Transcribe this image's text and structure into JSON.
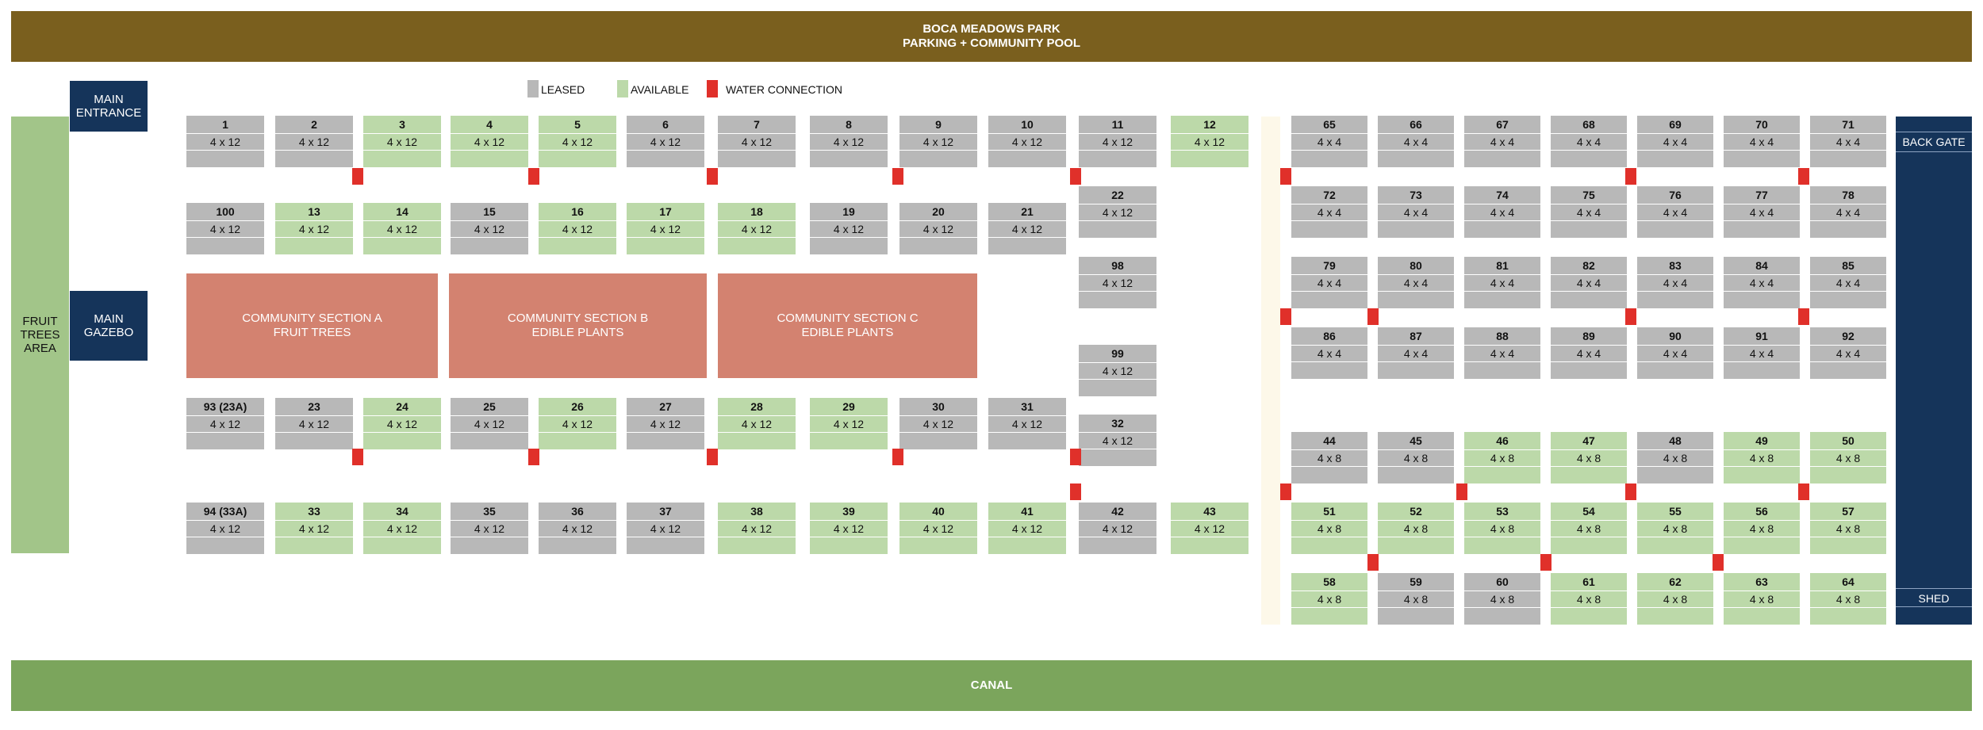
{
  "top_banner": {
    "line1": "BOCA MEADOWS PARK",
    "line2": "PARKING  + COMMUNITY POOL",
    "color": "#7a5f1e"
  },
  "bottom_banner": {
    "label": "CANAL",
    "color": "#7ba55c"
  },
  "left_strip": {
    "line1": "FRUIT",
    "line2": "TREES",
    "line3": "AREA",
    "color": "#a2c589"
  },
  "main_entrance": {
    "line1": "MAIN",
    "line2": "ENTRANCE"
  },
  "main_gazebo": {
    "line1": "MAIN",
    "line2": "GAZEBO"
  },
  "right_column": {
    "back_gate": "BACK GATE",
    "shed": "SHED",
    "color": "#15345a"
  },
  "legend": {
    "leased": "LEASED",
    "available": "AVAILABLE",
    "water": "WATER CONNECTION",
    "leased_color": "#b8b8b8",
    "available_color": "#bcd9a9",
    "water_color": "#e0302a"
  },
  "sections": {
    "a": {
      "line1": "COMMUNITY SECTION A",
      "line2": "FRUIT TREES"
    },
    "b": {
      "line1": "COMMUNITY SECTION B",
      "line2": "EDIBLE PLANTS"
    },
    "c": {
      "line1": "COMMUNITY SECTION C",
      "line2": "EDIBLE PLANTS"
    },
    "color": "#d38270"
  },
  "path_color": "#fdf8e9",
  "plots": [
    {
      "id": "1",
      "size": "4 x 12",
      "status": "leased"
    },
    {
      "id": "2",
      "size": "4 x 12",
      "status": "leased"
    },
    {
      "id": "3",
      "size": "4 x 12",
      "status": "available"
    },
    {
      "id": "4",
      "size": "4 x 12",
      "status": "available"
    },
    {
      "id": "5",
      "size": "4 x 12",
      "status": "available"
    },
    {
      "id": "6",
      "size": "4 x 12",
      "status": "leased"
    },
    {
      "id": "7",
      "size": "4 x 12",
      "status": "leased"
    },
    {
      "id": "8",
      "size": "4 x 12",
      "status": "leased"
    },
    {
      "id": "9",
      "size": "4 x 12",
      "status": "leased"
    },
    {
      "id": "10",
      "size": "4 x 12",
      "status": "leased"
    },
    {
      "id": "11",
      "size": "4 x 12",
      "status": "leased"
    },
    {
      "id": "12",
      "size": "4 x 12",
      "status": "available"
    },
    {
      "id": "100",
      "size": "4 x 12",
      "status": "leased"
    },
    {
      "id": "13",
      "size": "4 x 12",
      "status": "available"
    },
    {
      "id": "14",
      "size": "4 x 12",
      "status": "available"
    },
    {
      "id": "15",
      "size": "4 x 12",
      "status": "leased"
    },
    {
      "id": "16",
      "size": "4 x 12",
      "status": "available"
    },
    {
      "id": "17",
      "size": "4 x 12",
      "status": "available"
    },
    {
      "id": "18",
      "size": "4 x 12",
      "status": "available"
    },
    {
      "id": "19",
      "size": "4 x 12",
      "status": "leased"
    },
    {
      "id": "20",
      "size": "4 x 12",
      "status": "leased"
    },
    {
      "id": "21",
      "size": "4 x 12",
      "status": "leased"
    },
    {
      "id": "22",
      "size": "4 x 12",
      "status": "leased"
    },
    {
      "id": "98",
      "size": "4 x 12",
      "status": "leased"
    },
    {
      "id": "99",
      "size": "4 x 12",
      "status": "leased"
    },
    {
      "id": "93 (23A)",
      "size": "4 x 12",
      "status": "leased"
    },
    {
      "id": "23",
      "size": "4 x 12",
      "status": "leased"
    },
    {
      "id": "24",
      "size": "4 x 12",
      "status": "available"
    },
    {
      "id": "25",
      "size": "4 x 12",
      "status": "leased"
    },
    {
      "id": "26",
      "size": "4 x 12",
      "status": "available"
    },
    {
      "id": "27",
      "size": "4 x 12",
      "status": "leased"
    },
    {
      "id": "28",
      "size": "4 x 12",
      "status": "available"
    },
    {
      "id": "29",
      "size": "4 x 12",
      "status": "available"
    },
    {
      "id": "30",
      "size": "4 x 12",
      "status": "leased"
    },
    {
      "id": "31",
      "size": "4 x 12",
      "status": "leased"
    },
    {
      "id": "32",
      "size": "4 x 12",
      "status": "leased"
    },
    {
      "id": "94 (33A)",
      "size": "4 x 12",
      "status": "leased"
    },
    {
      "id": "33",
      "size": "4 x 12",
      "status": "available"
    },
    {
      "id": "34",
      "size": "4 x 12",
      "status": "available"
    },
    {
      "id": "35",
      "size": "4 x 12",
      "status": "leased"
    },
    {
      "id": "36",
      "size": "4 x 12",
      "status": "leased"
    },
    {
      "id": "37",
      "size": "4 x 12",
      "status": "leased"
    },
    {
      "id": "38",
      "size": "4 x 12",
      "status": "available"
    },
    {
      "id": "39",
      "size": "4 x 12",
      "status": "available"
    },
    {
      "id": "40",
      "size": "4 x 12",
      "status": "available"
    },
    {
      "id": "41",
      "size": "4 x 12",
      "status": "available"
    },
    {
      "id": "42",
      "size": "4 x 12",
      "status": "leased"
    },
    {
      "id": "43",
      "size": "4 x 12",
      "status": "available"
    },
    {
      "id": "65",
      "size": "4 x 4",
      "status": "leased"
    },
    {
      "id": "66",
      "size": "4 x 4",
      "status": "leased"
    },
    {
      "id": "67",
      "size": "4 x 4",
      "status": "leased"
    },
    {
      "id": "68",
      "size": "4 x 4",
      "status": "leased"
    },
    {
      "id": "69",
      "size": "4 x 4",
      "status": "leased"
    },
    {
      "id": "70",
      "size": "4 x 4",
      "status": "leased"
    },
    {
      "id": "71",
      "size": "4 x 4",
      "status": "leased"
    },
    {
      "id": "72",
      "size": "4 x 4",
      "status": "leased"
    },
    {
      "id": "73",
      "size": "4 x 4",
      "status": "leased"
    },
    {
      "id": "74",
      "size": "4 x 4",
      "status": "leased"
    },
    {
      "id": "75",
      "size": "4 x 4",
      "status": "leased"
    },
    {
      "id": "76",
      "size": "4 x 4",
      "status": "leased"
    },
    {
      "id": "77",
      "size": "4 x 4",
      "status": "leased"
    },
    {
      "id": "78",
      "size": "4 x 4",
      "status": "leased"
    },
    {
      "id": "79",
      "size": "4 x 4",
      "status": "leased"
    },
    {
      "id": "80",
      "size": "4 x 4",
      "status": "leased"
    },
    {
      "id": "81",
      "size": "4 x 4",
      "status": "leased"
    },
    {
      "id": "82",
      "size": "4 x 4",
      "status": "leased"
    },
    {
      "id": "83",
      "size": "4 x 4",
      "status": "leased"
    },
    {
      "id": "84",
      "size": "4 x 4",
      "status": "leased"
    },
    {
      "id": "85",
      "size": "4 x 4",
      "status": "leased"
    },
    {
      "id": "86",
      "size": "4 x 4",
      "status": "leased"
    },
    {
      "id": "87",
      "size": "4 x 4",
      "status": "leased"
    },
    {
      "id": "88",
      "size": "4 x 4",
      "status": "leased"
    },
    {
      "id": "89",
      "size": "4 x 4",
      "status": "leased"
    },
    {
      "id": "90",
      "size": "4 x 4",
      "status": "leased"
    },
    {
      "id": "91",
      "size": "4 x 4",
      "status": "leased"
    },
    {
      "id": "92",
      "size": "4 x 4",
      "status": "leased"
    },
    {
      "id": "44",
      "size": "4 x 8",
      "status": "leased"
    },
    {
      "id": "45",
      "size": "4 x 8",
      "status": "leased"
    },
    {
      "id": "46",
      "size": "4 x 8",
      "status": "available"
    },
    {
      "id": "47",
      "size": "4 x 8",
      "status": "available"
    },
    {
      "id": "48",
      "size": "4 x 8",
      "status": "leased"
    },
    {
      "id": "49",
      "size": "4 x 8",
      "status": "available"
    },
    {
      "id": "50",
      "size": "4 x 8",
      "status": "available"
    },
    {
      "id": "51",
      "size": "4 x 8",
      "status": "available"
    },
    {
      "id": "52",
      "size": "4 x 8",
      "status": "available"
    },
    {
      "id": "53",
      "size": "4 x 8",
      "status": "available"
    },
    {
      "id": "54",
      "size": "4 x 8",
      "status": "available"
    },
    {
      "id": "55",
      "size": "4 x 8",
      "status": "available"
    },
    {
      "id": "56",
      "size": "4 x 8",
      "status": "available"
    },
    {
      "id": "57",
      "size": "4 x 8",
      "status": "available"
    },
    {
      "id": "58",
      "size": "4 x 8",
      "status": "available"
    },
    {
      "id": "59",
      "size": "4 x 8",
      "status": "leased"
    },
    {
      "id": "60",
      "size": "4 x 8",
      "status": "leased"
    },
    {
      "id": "61",
      "size": "4 x 8",
      "status": "available"
    },
    {
      "id": "62",
      "size": "4 x 8",
      "status": "available"
    },
    {
      "id": "63",
      "size": "4 x 8",
      "status": "available"
    },
    {
      "id": "64",
      "size": "4 x 8",
      "status": "available"
    }
  ]
}
